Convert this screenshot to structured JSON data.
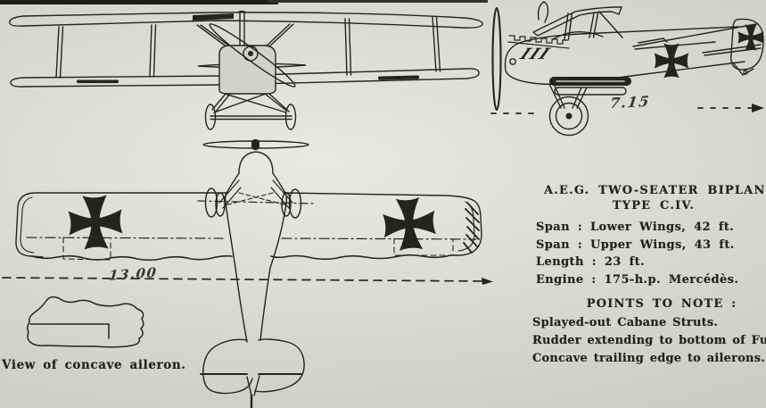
{
  "page": {
    "paper_color": "#d2d1ce",
    "ink_color": "#26241f"
  },
  "title": {
    "line1": "A.E.G. TWO-SEATER BIPLANE,",
    "line2": "TYPE C.IV."
  },
  "specs": {
    "lines": [
      "Span : Lower Wings, 42 ft.",
      "Span : Upper Wings, 43 ft.",
      "Length : 23 ft.",
      "Engine : 175-h.p. Mercédès."
    ]
  },
  "points_to_note": {
    "heading": "POINTS TO NOTE :",
    "items": [
      "Splayed-out Cabane Struts.",
      "Rudder extending to bottom of Fuselage.",
      "Concave trailing edge to ailerons."
    ]
  },
  "annotations": {
    "wing_span_dimension": "13.00",
    "fuselage_length_dimension": "7.15",
    "aileron_caption": "View of concave aileron.",
    "exhaust_marks": "III"
  }
}
